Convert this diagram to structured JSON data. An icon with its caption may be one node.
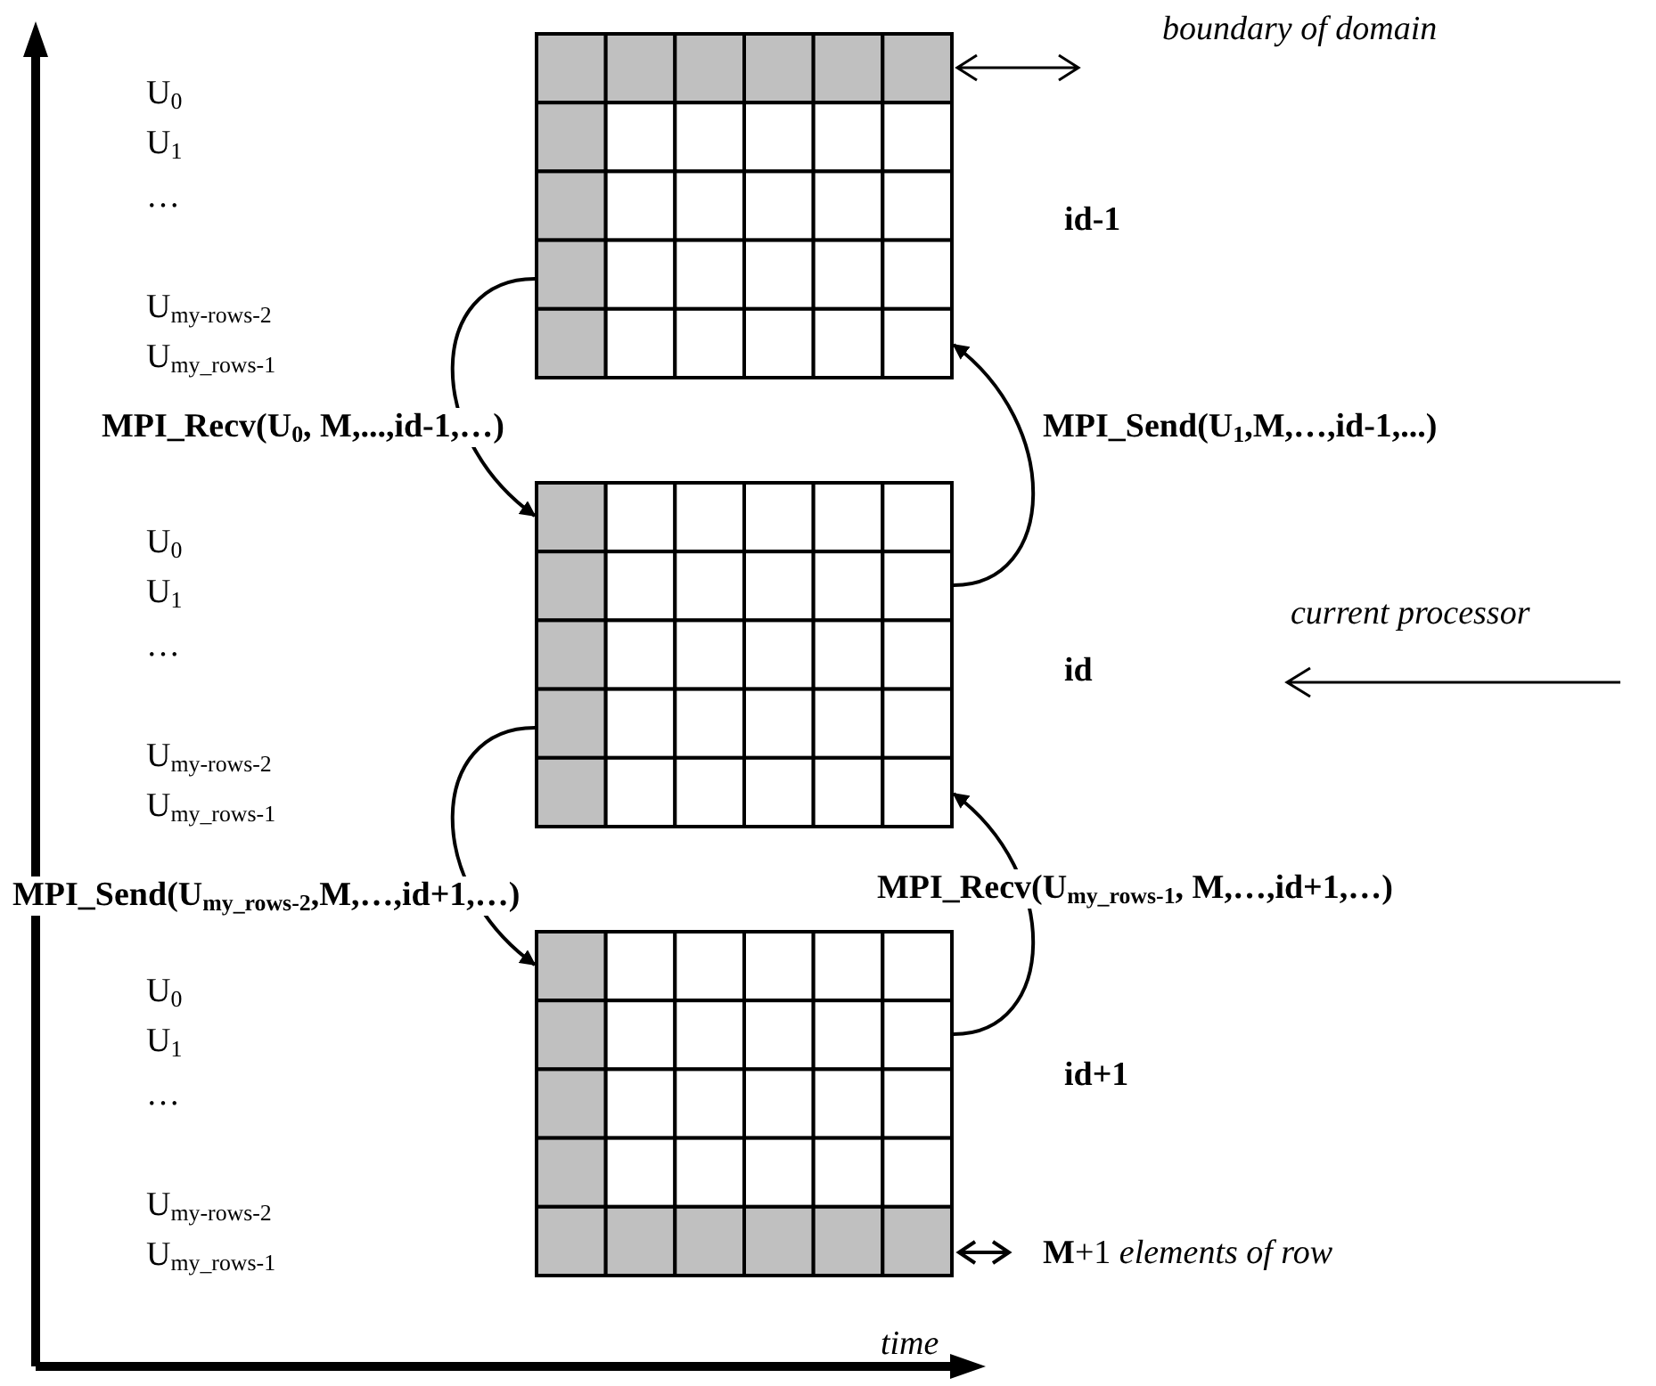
{
  "diagram": {
    "nodes": [
      {
        "text": [],
        "shape": "box",
        "beside": [
          "id-1"
        ]
      },
      {
        "text": [],
        "shape": "box",
        "beside": [
          "id"
        ]
      },
      {
        "text": [],
        "shape": "box",
        "beside": [
          "id+1"
        ]
      }
    ],
    "edges": [
      {
        "from": 0,
        "to": 1,
        "arrow": "to",
        "label": "MPI_Recv(U$_{0}$, M,...,id-1,…)"
      },
      {
        "from": 1,
        "to": 0,
        "arrow": "to",
        "label": "MPI_Send(U$_{1}$,M,…,id-1,...)"
      },
      {
        "from": 1,
        "to": 2,
        "arrow": "to",
        "label": "MPI_Send(U$_{my_rows-2}$,M,…,id+1,…)"
      },
      {
        "from": 2,
        "to": 1,
        "arrow": "to",
        "label": "MPI_Recv(U$_{my_rows-1}$, M,…,id+1,…)"
      }
    ],
    "labels": [
      "U$_{0}$",
      "U$_{1}$",
      "…",
      "U$_{my-rows-2}$",
      "U$_{my_rows-1}$",
      "U$_{0}$",
      "U$_{1}$",
      "…",
      "U$_{my-rows-2}$",
      "U$_{my_rows-1}$",
      "U$_{0}$",
      "U$_{1}$",
      "…",
      "U$_{my-rows-2}$",
      "U$_{my_rows-1}$",
      "boundary of domain",
      "current processor",
      "**M**+1 *elements of row*",
      "time"
    ]
  }
}
